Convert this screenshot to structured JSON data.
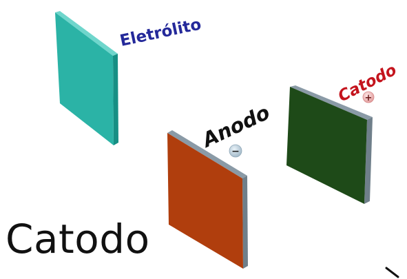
{
  "labels": {
    "electrolyte": "Eletrólito",
    "anode": "Anodo",
    "cathode": "Catodo",
    "caption": "Catodo"
  },
  "signs": {
    "anode": "−",
    "cathode": "+"
  },
  "colors": {
    "electrolyte_plate": "#2bb3a6",
    "anode_plate": "#b03e0d",
    "cathode_plate": "#1e4a18",
    "electrolyte_label": "#24299a",
    "anode_label": "#111111",
    "cathode_label": "#c4141d"
  }
}
